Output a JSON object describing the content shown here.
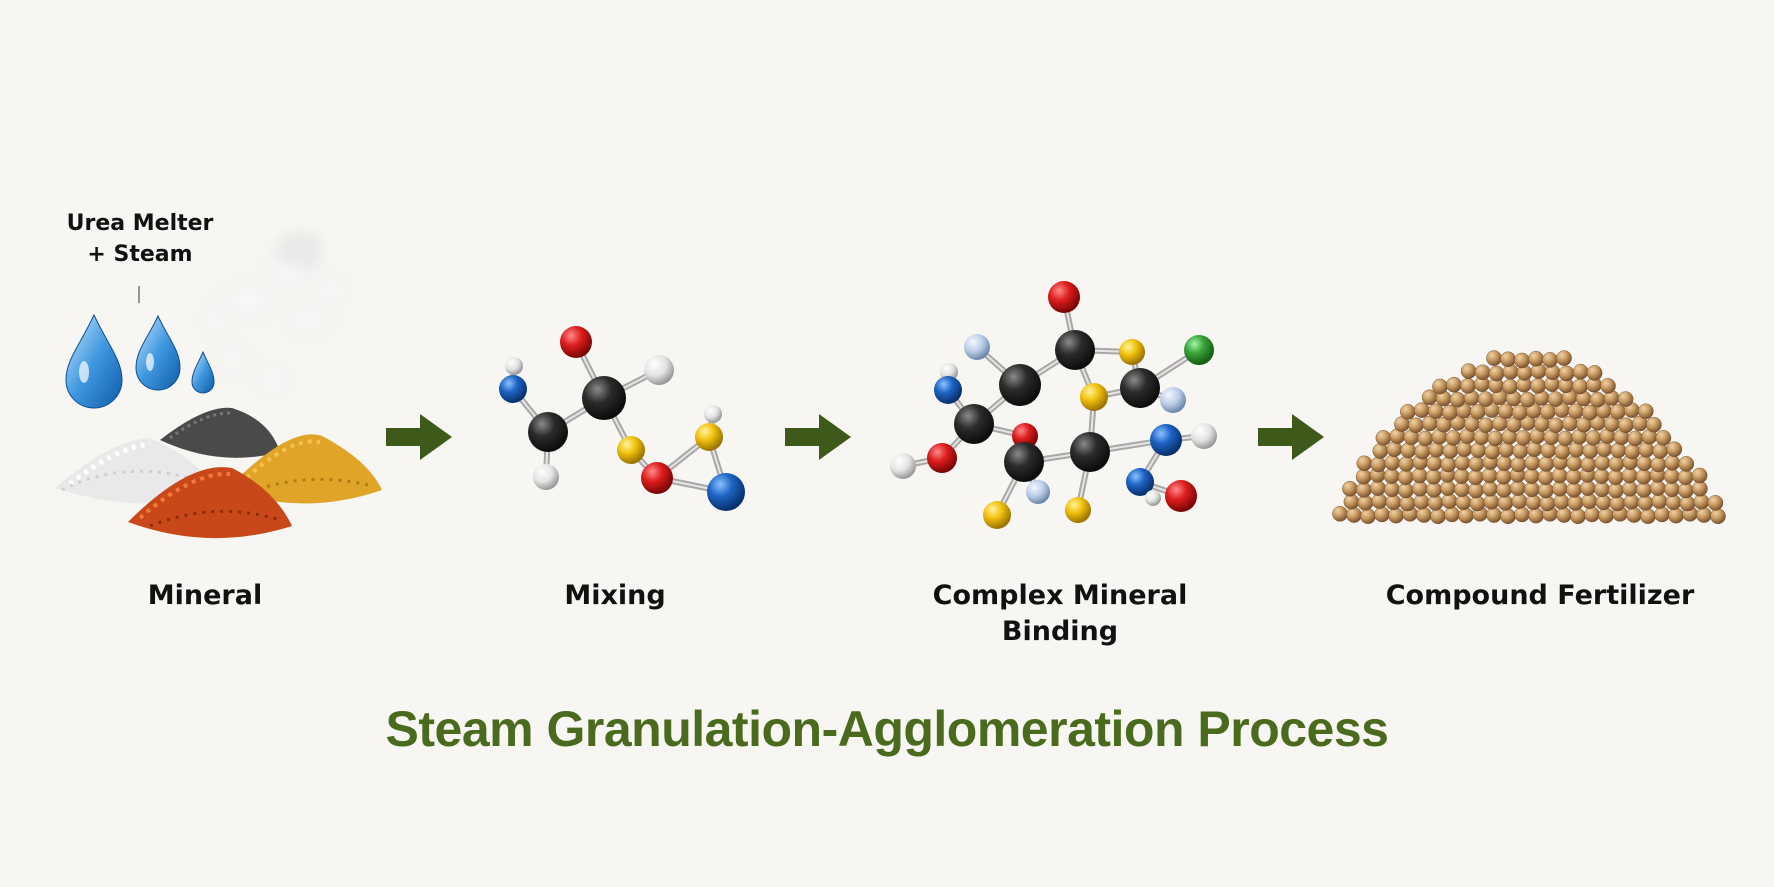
{
  "diagram": {
    "title": "Steam Granulation-Agglomeration Process",
    "input_label_line1": "Urea Melter",
    "input_label_line2": "+ Steam",
    "stages": [
      {
        "label": "Mineral"
      },
      {
        "label": "Mixing"
      },
      {
        "label_line1": "Complex Mineral",
        "label_line2": "Binding"
      },
      {
        "label": "Compound Fertilizer"
      }
    ]
  },
  "colors": {
    "arrow": "#3d5a1a",
    "title": "#4a6a1e",
    "atom_carbon": "#2a2a2a",
    "atom_oxygen": "#d81c1c",
    "atom_nitrogen": "#1d63c4",
    "atom_sulfur": "#f2c20f",
    "atom_hydrogen": "#e8e8e8",
    "atom_chlorine": "#3aa33a",
    "granule": "#c89a62",
    "water_drop": "#3f98df"
  },
  "icons": [
    "water-drop-icon",
    "steam-icon",
    "mineral-pile-icon",
    "molecule-icon",
    "granule-pile-icon",
    "arrow-right-icon"
  ]
}
